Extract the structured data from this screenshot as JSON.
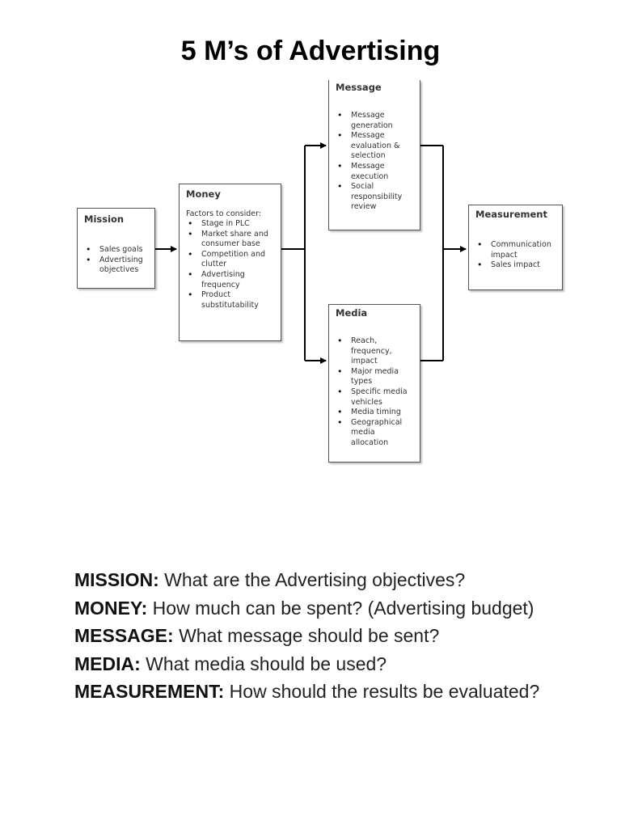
{
  "title": "5 M’s of Advertising",
  "nodes": {
    "mission": {
      "title": "Mission",
      "items": [
        "Sales goals",
        "Advertising objectives"
      ]
    },
    "money": {
      "title": "Money",
      "intro": "Factors to consider:",
      "items": [
        "Stage in PLC",
        "Market share and consumer base",
        "Competition and clutter",
        "Advertising frequency",
        "Product substitutability"
      ]
    },
    "message": {
      "title": "Message",
      "items": [
        "Message generation",
        "Message evaluation & selection",
        "Message execution",
        "Social responsibility review"
      ]
    },
    "media": {
      "title": "Media",
      "items": [
        "Reach, frequency, impact",
        "Major media types",
        "Specific media vehicles",
        "Media timing",
        "Geographical media allocation"
      ]
    },
    "measurement": {
      "title": "Measurement",
      "items": [
        "Communication impact",
        "Sales impact"
      ]
    }
  },
  "definitions": [
    {
      "term": "MISSION:",
      "text": " What are the Advertising objectives?"
    },
    {
      "term": "MONEY:",
      "text": " How much can be spent? (Advertising budget)"
    },
    {
      "term": "MESSAGE:",
      "text": " What message should be sent?"
    },
    {
      "term": "MEDIA:",
      "text": " What media should be used?"
    },
    {
      "term": "MEASUREMENT:",
      "text": " How should the results be evaluated?"
    }
  ]
}
